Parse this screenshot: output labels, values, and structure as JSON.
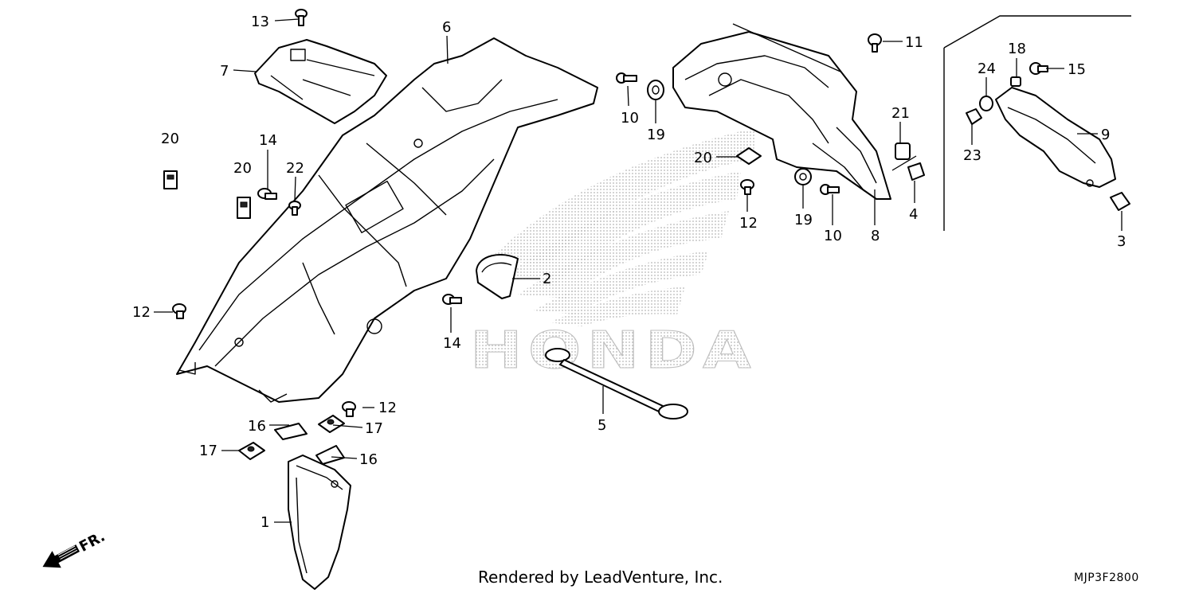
{
  "diagram": {
    "watermark_text": "HONDA",
    "footer_credit": "Rendered by LeadVenture, Inc.",
    "diagram_code": "MJP3F2800",
    "direction_label": "FR.",
    "callouts": {
      "c1": "1",
      "c2": "2",
      "c3": "3",
      "c4": "4",
      "c5": "5",
      "c6": "6",
      "c7": "7",
      "c8": "8",
      "c9": "9",
      "c10a": "10",
      "c10b": "10",
      "c11": "11",
      "c12a": "12",
      "c12b": "12",
      "c12c": "12",
      "c13": "13",
      "c14a": "14",
      "c14b": "14",
      "c15": "15",
      "c16a": "16",
      "c16b": "16",
      "c17a": "17",
      "c17b": "17",
      "c18": "18",
      "c19a": "19",
      "c19b": "19",
      "c20a": "20",
      "c20b": "20",
      "c20c": "20",
      "c21": "21",
      "c22": "22",
      "c23": "23",
      "c24": "24"
    }
  }
}
